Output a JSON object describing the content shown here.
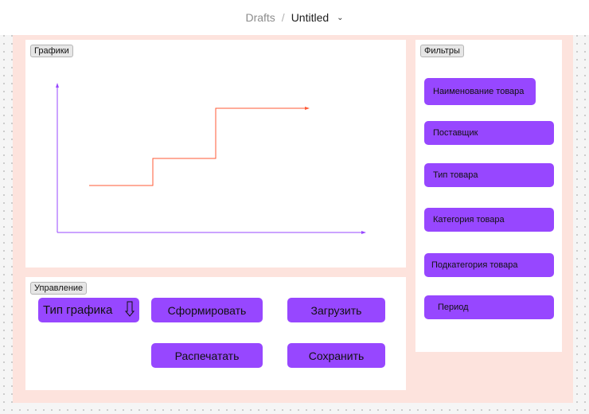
{
  "header": {
    "parent": "Drafts",
    "separator": "/",
    "title": "Untitled",
    "chevron_icon": "chevron-down-icon"
  },
  "charts_panel": {
    "label": "Графики"
  },
  "control_panel": {
    "label": "Управление",
    "chart_type_label": "Тип графика",
    "form_label": "Сформировать",
    "load_label": "Загрузить",
    "print_label": "Распечатать",
    "save_label": "Сохранить"
  },
  "filters_panel": {
    "label": "Фильтры",
    "items": [
      {
        "label": "Наименование товара"
      },
      {
        "label": "Поставщик"
      },
      {
        "label": "Тип товара"
      },
      {
        "label": "Категория товара"
      },
      {
        "label": "Подкатегория товара"
      },
      {
        "label": "Период"
      }
    ]
  },
  "colors": {
    "accent": "#9747ff",
    "frame_bg": "#fde3dd",
    "line": "#ff5a36",
    "axis": "#9747ff"
  }
}
